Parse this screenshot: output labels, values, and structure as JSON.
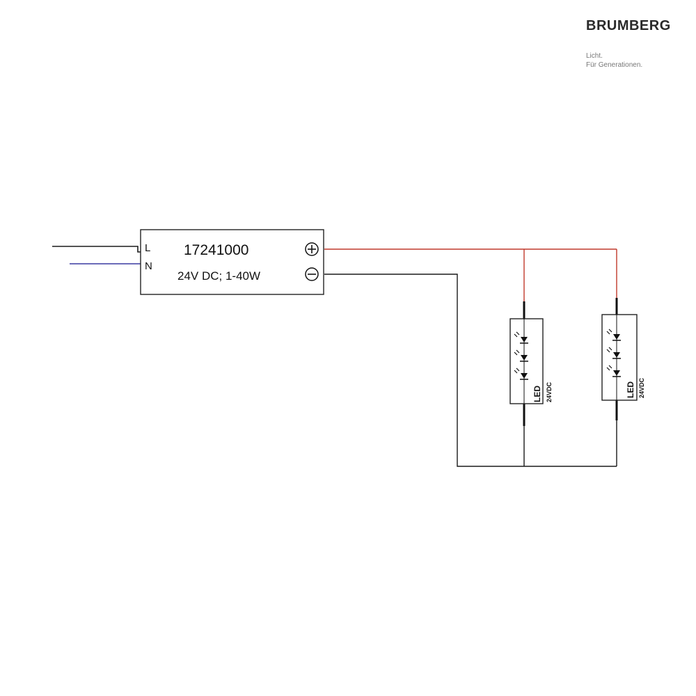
{
  "brand": {
    "name": "BRUMBERG",
    "tagline_1": "Licht.",
    "tagline_2": "Für Generationen."
  },
  "driver": {
    "model": "17241000",
    "rating": "24V DC; 1-40W",
    "input_l": "L",
    "input_n": "N",
    "output_plus": "+",
    "output_minus": "−"
  },
  "modules": [
    {
      "label": "LED",
      "voltage": "24VDC"
    },
    {
      "label": "LED",
      "voltage": "24VDC"
    }
  ],
  "colors": {
    "line_wire": "#1a1a1a",
    "neutral_wire": "#3a3aa0",
    "positive_wire": "#c0392b",
    "negative_wire": "#1a1a1a"
  }
}
